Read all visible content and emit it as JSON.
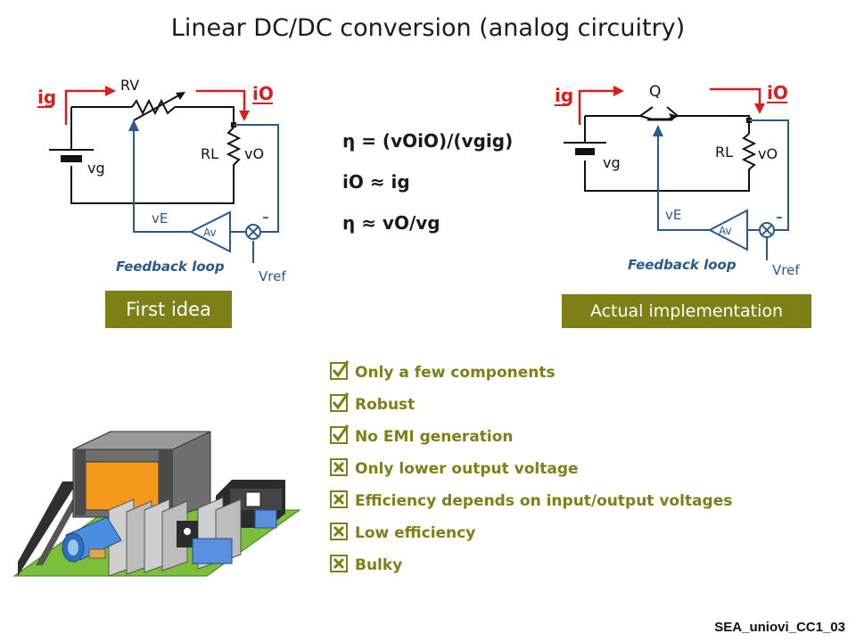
{
  "title": "Linear DC/DC conversion (analog circuitry)",
  "left_circuit": {
    "ig": "ig",
    "io": "iO",
    "rv": "RV",
    "rl": "RL",
    "vg": "vg",
    "vo": "vO",
    "ve": "vE",
    "av": "Av",
    "minus": "-",
    "vref": "Vref",
    "feedback": "Feedback loop",
    "caption": "First idea"
  },
  "right_circuit": {
    "ig": "ig",
    "io": "iO",
    "q": "Q",
    "rl": "RL",
    "vg": "vg",
    "vo": "vO",
    "ve": "vE",
    "av": "Av",
    "minus": "-",
    "vref": "Vref",
    "feedback": "Feedback loop",
    "caption": "Actual implementation"
  },
  "equations": [
    "η = (vOiO)/(vgig)",
    "iO ≈ ig",
    "η ≈ vO/vg"
  ],
  "checklist": [
    {
      "text": "Only a few components",
      "mark": "check"
    },
    {
      "text": "Robust",
      "mark": "check"
    },
    {
      "text": "No EMI generation",
      "mark": "check"
    },
    {
      "text": "Only lower output voltage",
      "mark": "cross"
    },
    {
      "text": "Efficiency depends on input/output voltages",
      "mark": "cross"
    },
    {
      "text": "Low efficiency",
      "mark": "cross"
    },
    {
      "text": "Bulky",
      "mark": "cross"
    }
  ],
  "footer": "SEA_uniovi_CC1_03",
  "colors": {
    "accent_olive": "#7f7f17",
    "red": "#d81e1e",
    "blue": "#2a5a8c"
  }
}
